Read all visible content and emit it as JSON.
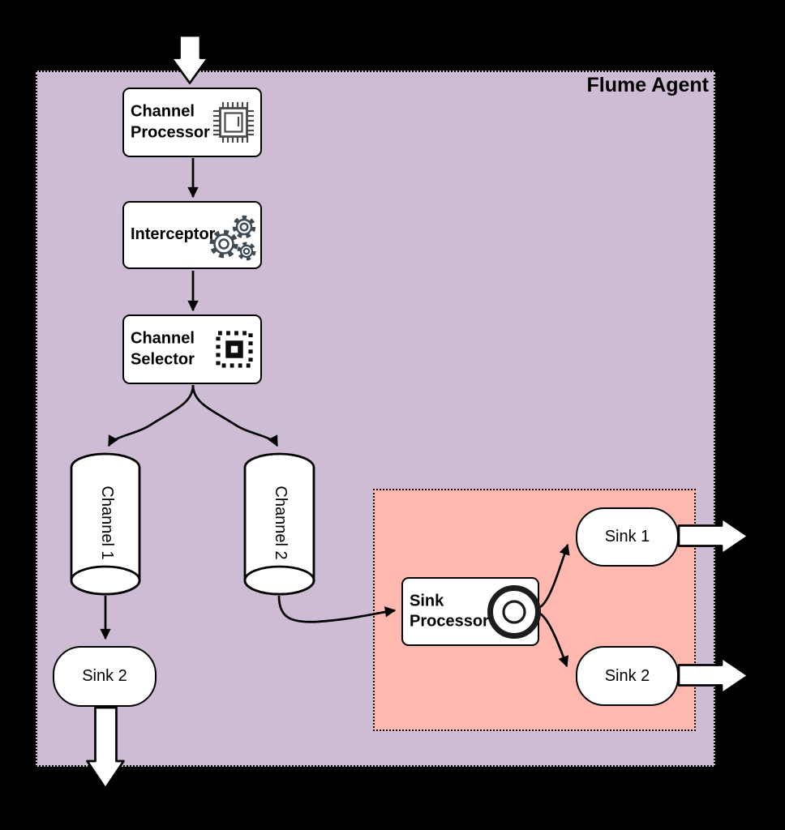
{
  "agent": {
    "label": "Flume Agent",
    "bg_color": "#cebcd4",
    "border_style": "dotted black"
  },
  "sink_group": {
    "bg_color": "#ffb8af",
    "border_style": "dotted black"
  },
  "nodes": {
    "channel_processor": {
      "label": "Channel Processor",
      "icon": "cpu-chip-icon"
    },
    "interceptor": {
      "label": "Interceptor",
      "icon": "gears-icon"
    },
    "channel_selector": {
      "label": "Channel Selector",
      "icon": "chip-select-icon"
    },
    "channel_1": {
      "label": "Channel 1",
      "shape": "cylinder"
    },
    "channel_2": {
      "label": "Channel 2",
      "shape": "cylinder"
    },
    "sink_processor": {
      "label": "Sink Processor",
      "icon": "ring-icon"
    },
    "sink_1": {
      "label": "Sink 1"
    },
    "sink_2_inner": {
      "label": "Sink 2"
    },
    "sink_2_outer": {
      "label": "Sink 2"
    }
  },
  "flows": [
    "external -> channel_processor",
    "channel_processor -> interceptor",
    "interceptor -> channel_selector",
    "channel_selector -> channel_1",
    "channel_selector -> channel_2",
    "channel_1 -> sink_2_outer",
    "channel_2 -> sink_processor",
    "sink_processor -> sink_1",
    "sink_processor -> sink_2_inner",
    "sink_1 -> external",
    "sink_2_inner -> external",
    "sink_2_outer -> external"
  ],
  "colors": {
    "canvas_bg": "#000000",
    "agent_bg": "#cebcd4",
    "sink_group_bg": "#ffb8af",
    "node_bg": "#ffffff",
    "line": "#000000",
    "block_arrow_fill": "#ffffff"
  }
}
